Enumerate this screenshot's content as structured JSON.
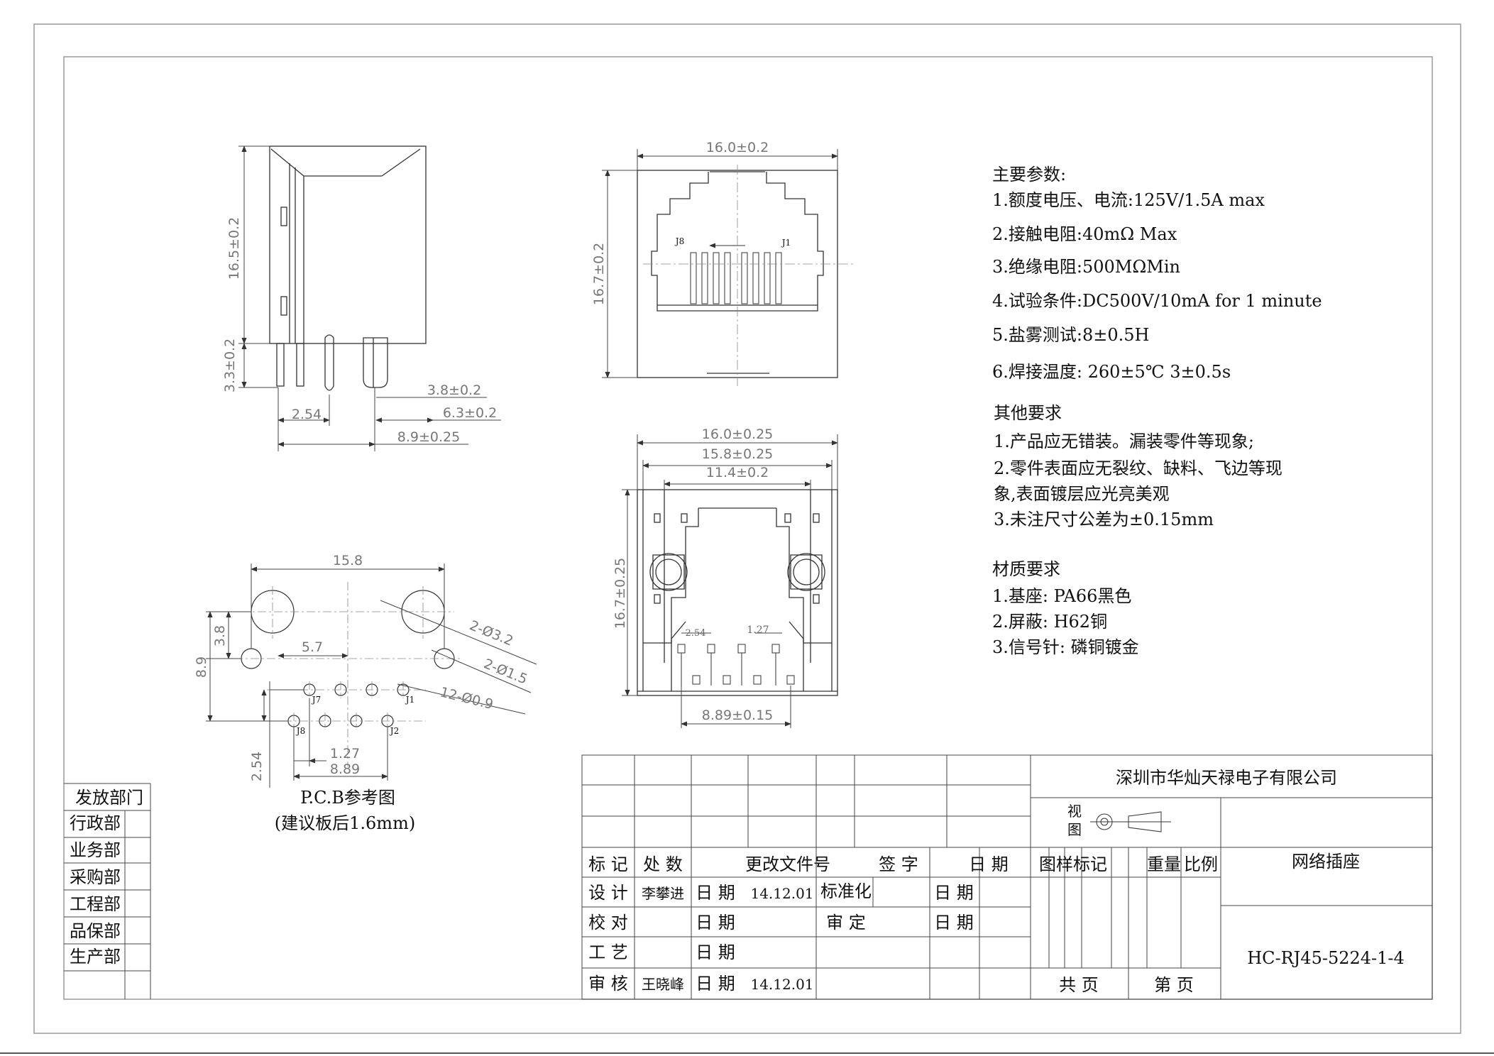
{
  "dims": {
    "side_height": "16.5±0.2",
    "side_pin": "3.3±0.2",
    "side_pitch": "2.54",
    "side_a": "3.8±0.2",
    "side_b": "6.3±0.2",
    "side_c": "8.9±0.25",
    "front_width": "16.0±0.2",
    "front_height": "16.7±0.2",
    "pin_j8": "J8",
    "pin_j1": "J1",
    "bottom_w1": "16.0±0.25",
    "bottom_w2": "15.8±0.25",
    "bottom_w3": "11.4±0.2",
    "bottom_h": "16.7±0.25",
    "bottom_p1": "2.54",
    "bottom_p2": "1.27",
    "bottom_p3": "8.89±0.15",
    "pcb_w": "15.8",
    "pcb_h1": "3.8",
    "pcb_h2": "8.9",
    "pcb_x": "5.7",
    "pcb_hole1": "2-Ø3.2",
    "pcb_hole2": "2-Ø1.5",
    "pcb_hole3": "12-Ø0.9",
    "pcb_j7": "J7",
    "pcb_j1": "J1",
    "pcb_j8": "J8",
    "pcb_j2": "J2",
    "pcb_v": "2.54",
    "pcb_p1": "1.27",
    "pcb_p2": "8.89"
  },
  "pcb_caption": {
    "line1": "P.C.B参考图",
    "line2": "(建议板后1.6mm)"
  },
  "specs": {
    "title": "主要参数:",
    "items": [
      "1.额度电压、电流:125V/1.5A max",
      "2.接触电阻:40mΩ  Max",
      "3.绝缘电阻:500MΩMin",
      "4.试验条件:DC500V/10mA for 1 minute",
      "5.盐雾测试:8±0.5H",
      "6.焊接温度: 260±5℃ 3±0.5s"
    ]
  },
  "other": {
    "title": "其他要求",
    "items": [
      "1.产品应无错装。漏装零件等现象;",
      "2.零件表面应无裂纹、缺料、飞边等现",
      "象,表面镀层应光亮美观",
      "3.未注尺寸公差为±0.15mm"
    ]
  },
  "material": {
    "title": "材质要求",
    "items": [
      "1.基座: PA66黑色",
      "2.屏蔽: H62铜",
      "3.信号针: 磷铜镀金"
    ]
  },
  "dept": {
    "header": "发放部门",
    "items": [
      "行政部",
      "业务部",
      "采购部",
      "工程部",
      "品保部",
      "生产部"
    ]
  },
  "title_block": {
    "company": "深圳市华灿天禄电子有限公司",
    "view_label_1": "视",
    "view_label_2": "图",
    "product_name": "网络插座",
    "part_no": "HC-RJ45-5224-1-4",
    "mark": "标 记",
    "count": "处 数",
    "change_doc": "更改文件号",
    "sign": "签  字",
    "date": "日 期",
    "pattern_mark": "图样标记",
    "weight": "重量",
    "scale": "比例",
    "design": "设 计",
    "designer": "李攀进",
    "check": "校 对",
    "process": "工 艺",
    "audit": "审 核",
    "auditor": "王晓峰",
    "date_label": "日 期",
    "date_value": "14.12.01",
    "standard": "标准化",
    "approve": "审 定",
    "total_pages": "共   页",
    "page_no": "第   页"
  }
}
